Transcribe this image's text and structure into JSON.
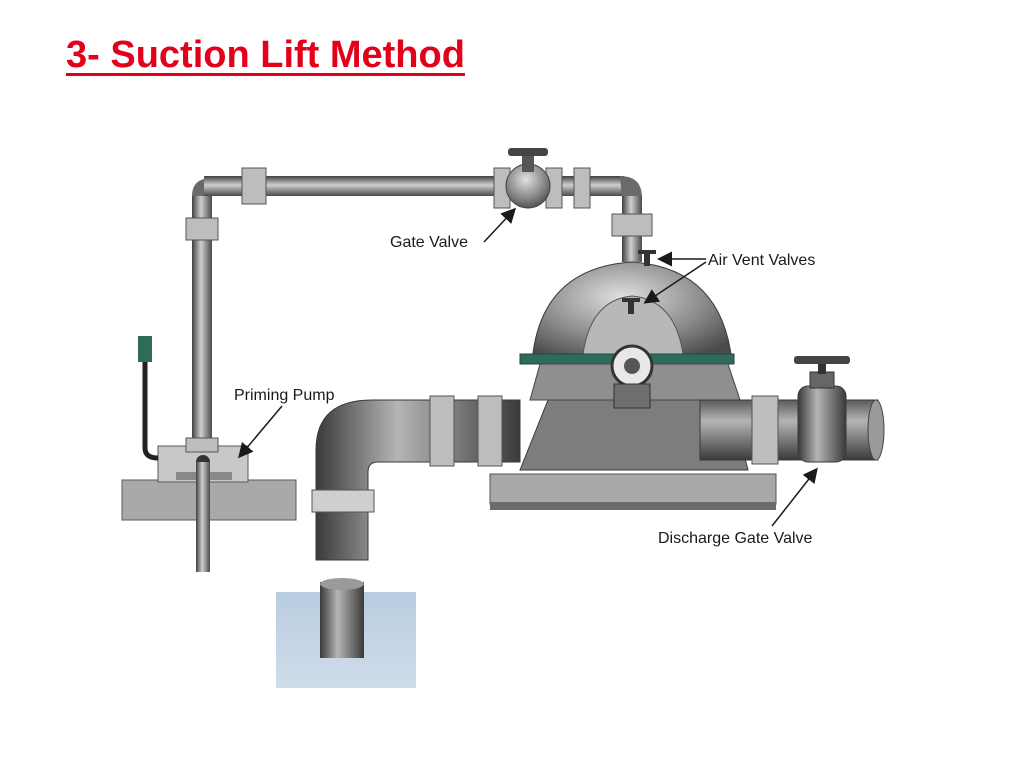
{
  "slide": {
    "title": "3- Suction Lift Method",
    "title_color": "#e3001b"
  },
  "diagram": {
    "labels": {
      "gate_valve": "Gate Valve",
      "air_vent_valves": "Air Vent Valves",
      "priming_pump": "Priming Pump",
      "discharge_gate_valve": "Discharge Gate Valve"
    },
    "colors": {
      "pipe": "#7a7a7a",
      "pipe_dark": "#3c3c3c",
      "pump_body": "#8c8c8c",
      "band": "#2e6b5a",
      "water": "#c2d4e4",
      "base": "#a8a8a8"
    }
  }
}
